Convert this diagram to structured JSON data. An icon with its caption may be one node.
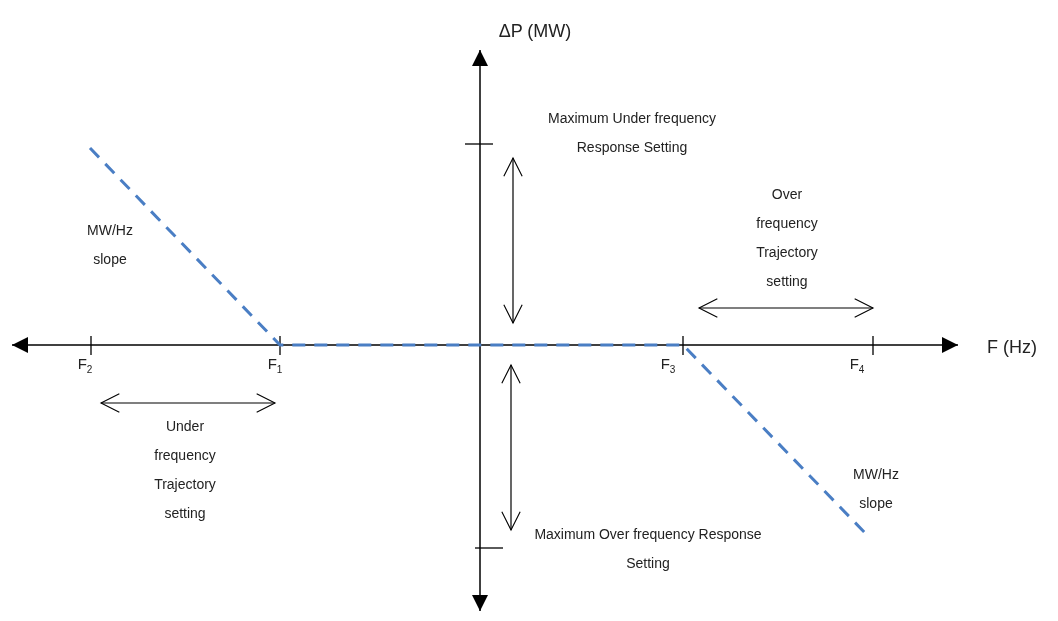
{
  "diagram": {
    "labels": [
      "ΔP (MW)",
      "Maximum Under frequency Response Setting",
      "Over frequency Trajectory setting",
      "MW/Hz slope",
      "F (Hz)",
      "F$_{2}$",
      "F$_{1}$",
      "F$_{3}$",
      "F$_{4}$",
      "Under frequency Trajectory setting",
      "MW/Hz slope",
      "Maximum Over frequency Response Setting"
    ]
  }
}
